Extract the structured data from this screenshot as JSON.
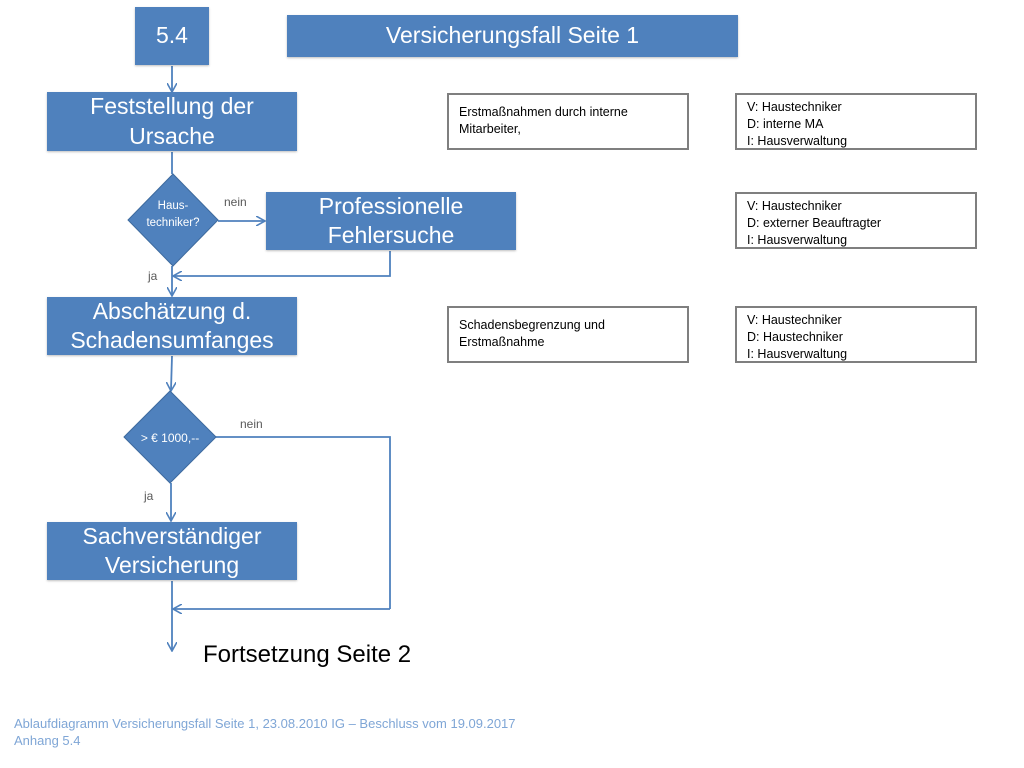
{
  "header": {
    "number": "5.4",
    "title": "Versicherungsfall Seite 1"
  },
  "steps": {
    "cause": "Feststellung der Ursache",
    "troubleshooting": "Professionelle Fehlersuche",
    "damage_estimate": "Abschätzung d. Schadensumfanges",
    "insurance_expert": "Sachverständiger Versicherung"
  },
  "decisions": {
    "technician": [
      "Haus-",
      "techniker?"
    ],
    "threshold": "> € 1000,--"
  },
  "branch_labels": {
    "no_1": "nein",
    "yes_1": "ja",
    "no_2": "nein",
    "yes_2": "ja"
  },
  "notes": {
    "first_measures": [
      "Erstmaßnahmen durch interne",
      "Mitarbeiter,"
    ],
    "damage_limitation": [
      "Schadensbegrenzung und",
      "Erstmaßnahme"
    ]
  },
  "responsibilities": [
    [
      "V: Haustechniker",
      "D: interne MA",
      "I: Hausverwaltung"
    ],
    [
      "V: Haustechniker",
      "D: externer Beauftragter",
      "I: Hausverwaltung"
    ],
    [
      "V: Haustechniker",
      "D: Haustechniker",
      "I: Hausverwaltung"
    ]
  ],
  "continuation": "Fortsetzung Seite 2",
  "footer": [
    "Ablaufdiagramm Versicherungsfall Seite 1, 23.08.2010  IG – Beschluss vom  19.09.2017",
    "Anhang 5.4"
  ],
  "colors": {
    "shape_fill": "#4f81bd",
    "note_border": "#7f7f7f",
    "footer_text": "#7fa6d6"
  }
}
